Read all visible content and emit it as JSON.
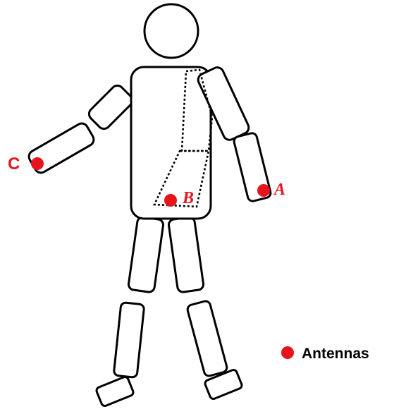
{
  "labels": {
    "a": "A",
    "b": "B",
    "c": "C"
  },
  "legend": {
    "text": "Antennas"
  },
  "colors": {
    "antenna": "#e8141b",
    "outline": "#000000",
    "background": "#ffffff"
  }
}
